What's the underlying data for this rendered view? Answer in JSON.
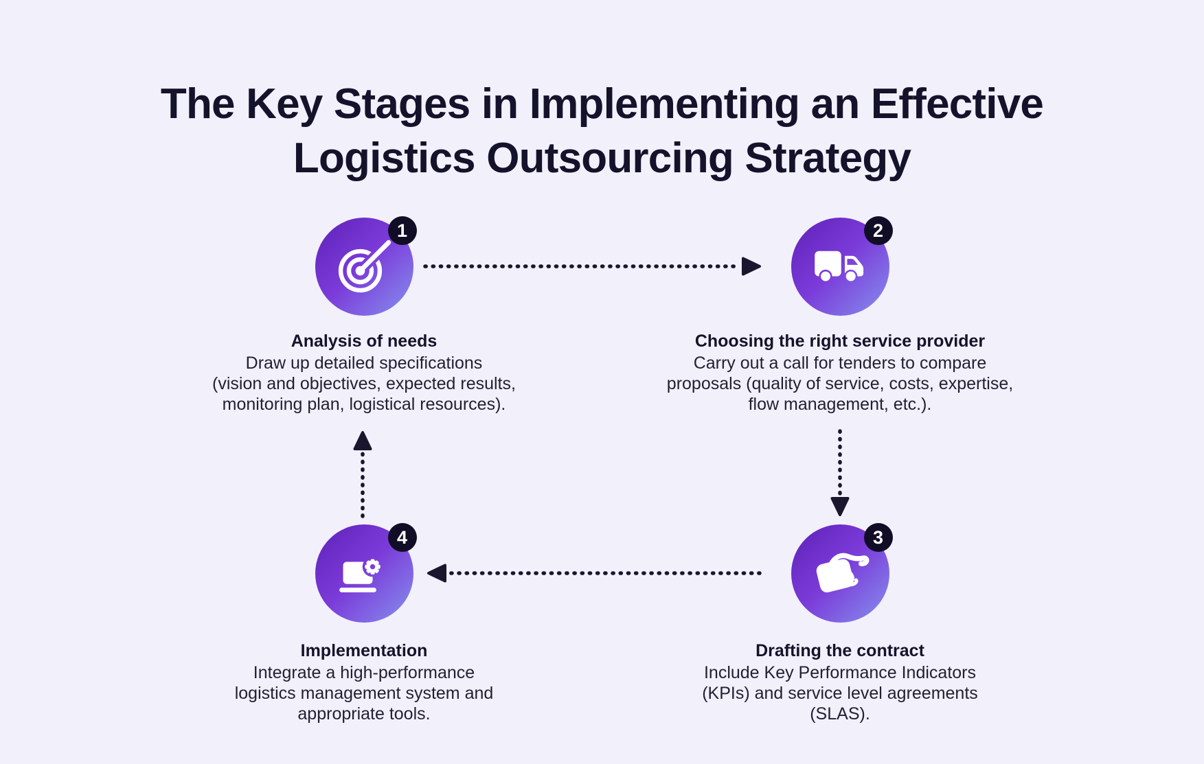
{
  "title_lines": [
    "The Key Stages in Implementing an Effective",
    "Logistics Outsourcing Strategy"
  ],
  "colors": {
    "background": "#f2f0fa",
    "title_text": "#15132b",
    "body_text": "#221f33",
    "badge_bg": "#110d26",
    "badge_text": "#ffffff",
    "icon_fg": "#ffffff",
    "arrow": "#1a162e",
    "grad_1": "#5f21b8",
    "grad_2": "#7b3bd9",
    "grad_3": "#8691ee"
  },
  "stages": [
    {
      "number": "1",
      "icon": "target-dart-icon",
      "title": "Analysis of needs",
      "description_lines": [
        "Draw up detailed specifications",
        "(vision and objectives, expected results,",
        "monitoring plan, logistical resources)."
      ]
    },
    {
      "number": "2",
      "icon": "delivery-truck-icon",
      "title": "Choosing the right service provider",
      "description_lines": [
        "Carry out a call for tenders to compare",
        "proposals (quality of service, costs, expertise,",
        "flow management, etc.)."
      ]
    },
    {
      "number": "3",
      "icon": "handshake-icon",
      "title": "Drafting the contract",
      "description_lines": [
        "Include Key Performance Indicators",
        "(KPIs) and service level agreements",
        "(SLAS)."
      ]
    },
    {
      "number": "4",
      "icon": "laptop-gear-icon",
      "title": "Implementation",
      "description_lines": [
        "Integrate a high-performance",
        "logistics management system and",
        "appropriate tools."
      ]
    }
  ],
  "arrows": [
    {
      "name": "arrow-stage1-to-stage2",
      "direction": "right"
    },
    {
      "name": "arrow-stage2-to-stage3",
      "direction": "down"
    },
    {
      "name": "arrow-stage3-to-stage4",
      "direction": "left"
    },
    {
      "name": "arrow-stage4-to-stage1",
      "direction": "up"
    }
  ]
}
